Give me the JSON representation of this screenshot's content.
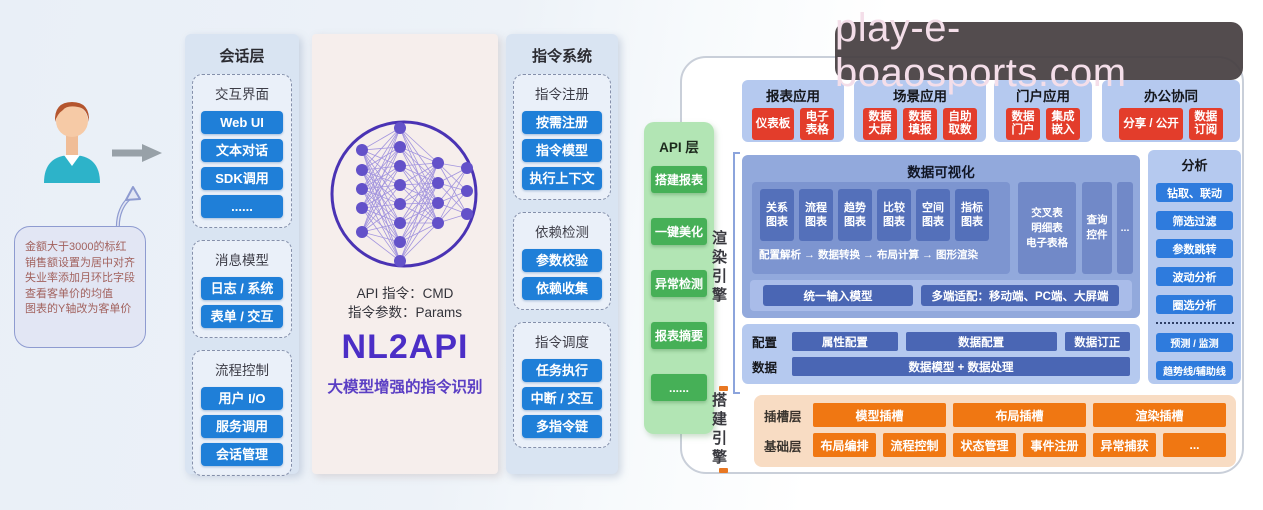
{
  "watermark": {
    "text": "play-e-boaosports.com"
  },
  "left_flow": {
    "bubble_lines": [
      "金额大于3000的标红",
      "销售额设置为居中对齐",
      "失业率添加月环比字段",
      "查看客单价的均值",
      "图表的Y轴改为客单价"
    ]
  },
  "session_layer": {
    "title": "会话层",
    "groups": [
      {
        "label": "交互界面",
        "items": [
          "Web UI",
          "文本对话",
          "SDK调用",
          "......"
        ]
      },
      {
        "label": "消息模型",
        "items": [
          "日志 / 系统",
          "表单 / 交互"
        ]
      },
      {
        "label": "流程控制",
        "items": [
          "用户 I/O",
          "服务调用",
          "会话管理"
        ]
      }
    ]
  },
  "nl2api": {
    "cmd_line": "API 指令：CMD",
    "param_line": "指令参数：Params",
    "title": "NL2API",
    "subtitle": "大模型增强的指令识别"
  },
  "command_system": {
    "title": "指令系统",
    "groups": [
      {
        "label": "指令注册",
        "items": [
          "按需注册",
          "指令模型",
          "执行上下文"
        ]
      },
      {
        "label": "依赖检测",
        "items": [
          "参数校验",
          "依赖收集"
        ]
      },
      {
        "label": "指令调度",
        "items": [
          "任务执行",
          "中断 / 交互",
          "多指令链"
        ]
      }
    ]
  },
  "api_layer": {
    "title": "API 层",
    "items": [
      "搭建报表",
      "一键美化",
      "异常检测",
      "报表摘要",
      "......"
    ]
  },
  "engine_labels": {
    "render": "渲染引擎",
    "build": "搭建引擎"
  },
  "app_blocks": [
    {
      "title": "报表应用",
      "items": [
        "仪表板",
        "电子\n表格"
      ]
    },
    {
      "title": "场景应用",
      "items": [
        "数据\n大屏",
        "数据\n填报",
        "自助\n取数"
      ]
    },
    {
      "title": "门户应用",
      "items": [
        "数据\n门户",
        "集成\n嵌入"
      ]
    },
    {
      "title": "办公协同",
      "items": [
        "分享 / 公开",
        "数据\n订阅"
      ]
    }
  ],
  "visualization": {
    "title": "数据可视化",
    "chart_types": [
      "关系\n图表",
      "流程\n图表",
      "趋势\n图表",
      "比较\n图表",
      "空间\n图表",
      "指标\n图表"
    ],
    "pipeline": [
      "配置解析",
      "数据转换",
      "布局计算",
      "图形渲染"
    ],
    "cross_table": "交叉表\n明细表\n电子表格",
    "query_widget": "查询\n控件",
    "more": "...",
    "unified_model": "统一输入模型",
    "multi_device": "多端适配：移动端、PC端、大屏端"
  },
  "config_section": {
    "config_label": "配置",
    "config_boxes": [
      "属性配置",
      "数据配置",
      "数据订正"
    ],
    "data_label": "数据",
    "data_box": "数据模型 + 数据处理"
  },
  "analysis": {
    "title": "分析",
    "items_top": [
      "钻取、联动",
      "筛选过滤",
      "参数跳转",
      "波动分析",
      "圈选分析"
    ],
    "items_bottom": [
      "预测 / 监测",
      "趋势线/辅助线"
    ]
  },
  "build_engine": {
    "slot_label": "插槽层",
    "slot_boxes": [
      "模型插槽",
      "布局插槽",
      "渲染插槽"
    ],
    "base_label": "基础层",
    "base_boxes": [
      "布局编排",
      "流程控制",
      "状态管理",
      "事件注册",
      "异常捕获",
      "..."
    ]
  },
  "colors": {
    "pill_blue": "#1f7fd8",
    "app_red": "#e33d2b",
    "api_green": "#46b057",
    "engine_orange": "#f07712",
    "nl2api_purple": "#4b2ec6",
    "deep_blue": "#4a66b4",
    "chart_blue": "#5470ba",
    "analysis_blue": "#2e7bdd"
  }
}
